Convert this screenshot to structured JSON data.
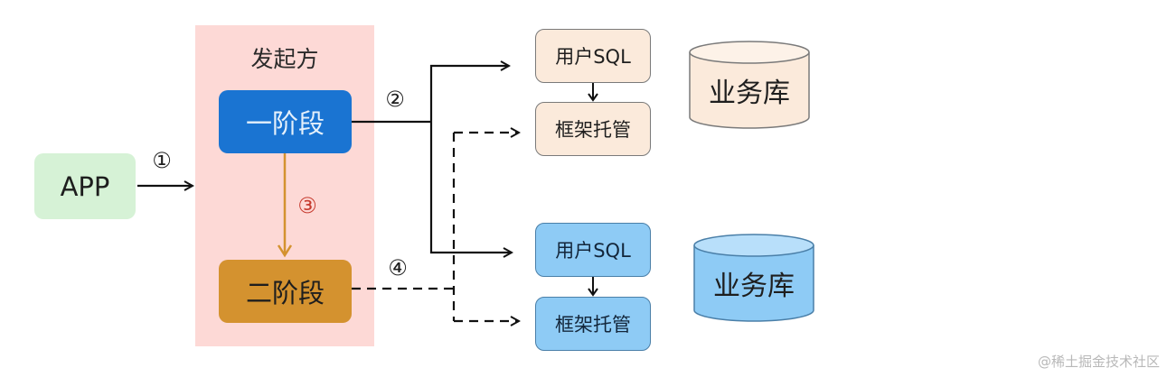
{
  "diagram": {
    "initiator": {
      "title": "发起方",
      "phase1": "一阶段",
      "phase2": "二阶段"
    },
    "app": {
      "label": "APP"
    },
    "steps": [
      "①",
      "②",
      "③",
      "④"
    ],
    "top_group": {
      "user_sql": "用户SQL",
      "framework_managed": "框架托管",
      "database": "业务库"
    },
    "bottom_group": {
      "user_sql": "用户SQL",
      "framework_managed": "框架托管",
      "database": "业务库"
    },
    "colors": {
      "initiator_bg": "#fdd9d6",
      "app_bg": "#d6f2d6",
      "phase1_bg": "#1a74d2",
      "phase2_bg": "#d4922f",
      "top_group_bg": "#fbeadb",
      "bottom_group_bg": "#8ecbf5",
      "step3_color": "#c63a2e"
    }
  },
  "watermark": "@稀土掘金技术社区"
}
